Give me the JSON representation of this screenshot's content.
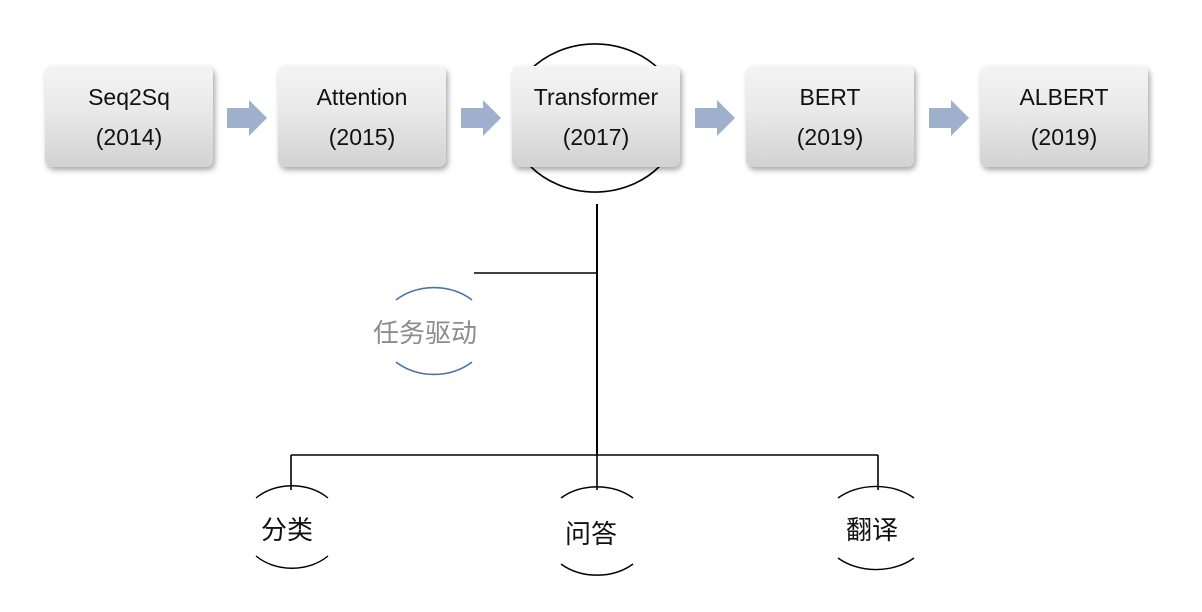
{
  "timeline": [
    {
      "name": "Seq2Sq",
      "year": "(2014)"
    },
    {
      "name": "Attention",
      "year": "(2015)"
    },
    {
      "name": "Transformer",
      "year": "(2017)"
    },
    {
      "name": "BERT",
      "year": "(2019)"
    },
    {
      "name": "ALBERT",
      "year": "(2019)"
    }
  ],
  "branch": {
    "label": "任务驱动",
    "tasks": [
      "分类",
      "问答",
      "翻译"
    ]
  },
  "colors": {
    "arrow": "#9eb0cc",
    "task_bracket": "#4a74a8",
    "line": "#000000",
    "box_top": "#f4f4f4",
    "box_bottom": "#d2d2d2"
  }
}
